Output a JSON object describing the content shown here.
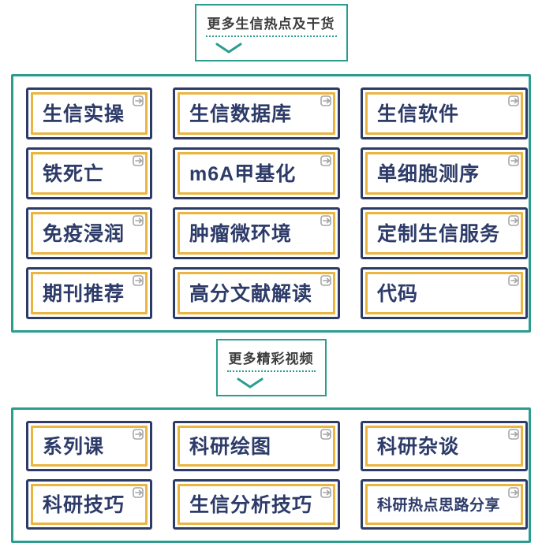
{
  "colors": {
    "teal": "#2a9d8f",
    "navy": "#2d3b69",
    "gold": "#eab541",
    "icon_gray": "#a6a6a6",
    "header_text": "#3d3d3d",
    "page_bg": "#ffffff"
  },
  "sections": [
    {
      "header": "更多生信热点及干货",
      "items": [
        "生信实操",
        "生信数据库",
        "生信软件",
        "铁死亡",
        "m6A甲基化",
        "单细胞测序",
        "免疫浸润",
        "肿瘤微环境",
        "定制生信服务",
        "期刊推荐",
        "高分文献解读",
        "代码"
      ]
    },
    {
      "header": "更多精彩视频",
      "items": [
        "系列课",
        "科研绘图",
        "科研杂谈",
        "科研技巧",
        "生信分析技巧",
        "科研热点思路分享"
      ]
    }
  ],
  "icons": {
    "button_corner": "enter-arrow-icon",
    "header_expand": "chevron-down-icon"
  }
}
